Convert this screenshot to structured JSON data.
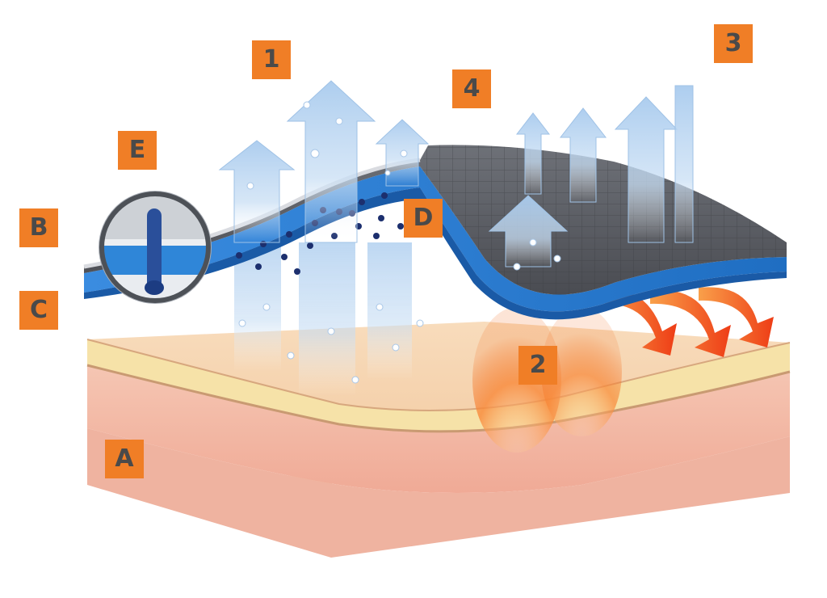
{
  "labels": {
    "one": "1",
    "two": "2",
    "three": "3",
    "four": "4",
    "a": "A",
    "b": "B",
    "c": "C",
    "d": "D",
    "e": "E"
  },
  "colors": {
    "label_fill": "#f07e26",
    "label_text": "#4a4a4a",
    "membrane_blue": "#2f7fd0",
    "shell_grey": "#5a5d63",
    "skin_top": "#f6d2ad",
    "skin_fat": "#f7e6a8",
    "skin_dermis": "#f2b9a6",
    "vapor_arrow": "#bcd8f2",
    "heat_arrow": "#f45a1e"
  },
  "icons": {
    "magnifier": "magnifier-inset-icon",
    "vapor": "vapor-arrow-icon",
    "heat": "heat-arrow-icon"
  }
}
